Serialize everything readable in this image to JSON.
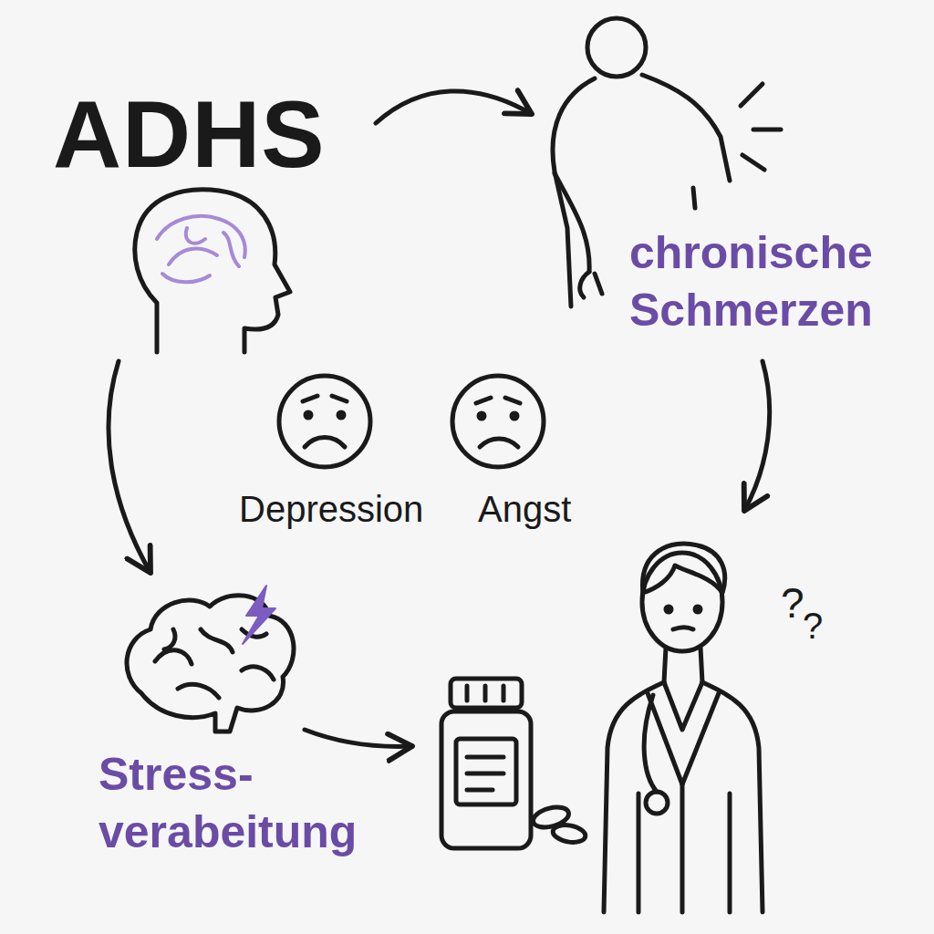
{
  "diagram": {
    "nodes": [
      {
        "text": [
          "ADHS"
        ]
      },
      {
        "text": [
          "chronische Schmerzen"
        ]
      },
      {
        "text": [
          "Stress-verabeitung"
        ]
      }
    ],
    "edges": [
      {
        "from": 0,
        "to": 1,
        "arrow": "to"
      },
      {
        "from": 0,
        "to": 2,
        "arrow": "to"
      }
    ],
    "labels": [
      "Depression",
      "Angst",
      "?",
      "?"
    ]
  }
}
